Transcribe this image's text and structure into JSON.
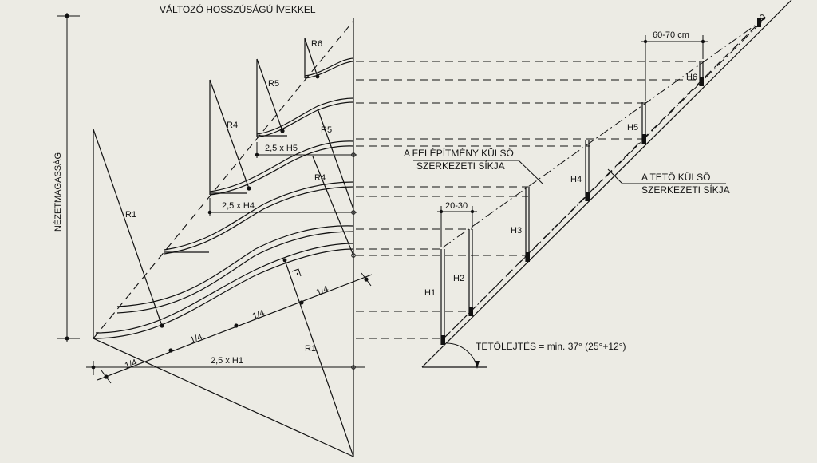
{
  "title": "VÁLTOZÓ HOSSZÚSÁGÚ ÍVEKKEL",
  "labels": {
    "nezetmagassag": "NÉZETMAGASSÁG",
    "r1_upper": "R1",
    "r1_lower": "R1",
    "r4_upper": "R4",
    "r4_lower": "R4",
    "r5_upper": "R5",
    "r5_lower": "R5",
    "r6": "R6",
    "h1": "H1",
    "h2": "H2",
    "h3": "H3",
    "h4": "H4",
    "h5": "H5",
    "h6": "H6",
    "dim_25h1": "2,5 x H1",
    "dim_25h4": "2,5 x H4",
    "dim_25h5": "2,5 x H5",
    "quarter_1": "1/4",
    "quarter_2": "1/4",
    "quarter_3": "1/4",
    "quarter_4": "1/4",
    "dim_2030": "20-30",
    "dim_6070": "60-70 cm",
    "felepitmeny_1": "A FELÉPÍTMÉNY KÜLSŐ",
    "felepitmeny_2": "SZERKEZETI SÍKJA",
    "teto_1": "A TETŐ KÜLSŐ",
    "teto_2": "SZERKEZETI SÍKJA",
    "tetolejtes": "TETŐLEJTÉS = min. 37° (25°+12°)"
  },
  "colors": {
    "background": "#ecebe4",
    "ink": "#111111"
  }
}
